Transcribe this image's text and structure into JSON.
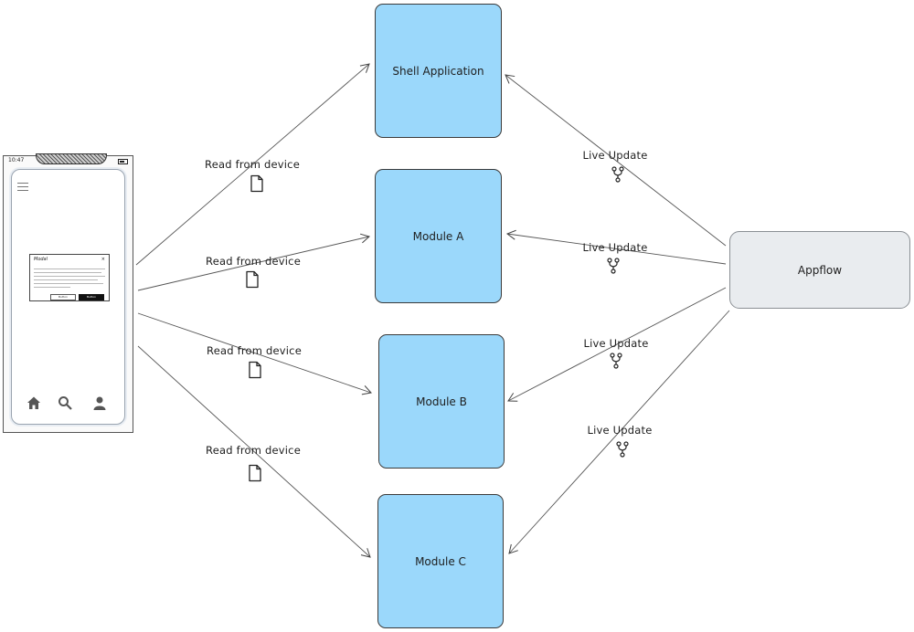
{
  "nodes": {
    "shell": "Shell Application",
    "module_a": "Module A",
    "module_b": "Module B",
    "module_c": "Module C",
    "appflow": "Appflow"
  },
  "read_labels": [
    "Read from device",
    "Read from device",
    "Read from device",
    "Read from device"
  ],
  "update_labels": [
    "Live Update",
    "Live Update",
    "Live Update",
    "Live Update"
  ],
  "phone": {
    "time": "10:47",
    "modal_title": "Modal",
    "modal_close": "×",
    "button_secondary": "Button",
    "button_primary": "Button"
  },
  "icons": {
    "read": "file-icon",
    "update": "branch-icon",
    "tabs": [
      "home-icon",
      "search-icon",
      "user-icon"
    ]
  },
  "colors": {
    "module_fill": "#9bd8fb",
    "appflow_fill": "#e9ecef",
    "stroke": "#3a3a3a"
  }
}
